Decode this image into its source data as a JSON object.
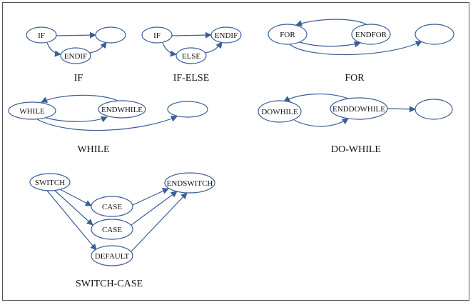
{
  "colors": {
    "edge": "#3a5e96",
    "text": "#111111",
    "border": "#555555"
  },
  "groups": [
    {
      "caption": "IF",
      "nodes": [
        {
          "id": "if_if",
          "label": "IF"
        },
        {
          "id": "if_endif",
          "label": "ENDIF"
        },
        {
          "id": "if_next",
          "label": ""
        }
      ],
      "edges": [
        [
          "if_if",
          "if_next"
        ],
        [
          "if_if",
          "if_endif"
        ],
        [
          "if_endif",
          "if_next"
        ]
      ]
    },
    {
      "caption": "IF-ELSE",
      "nodes": [
        {
          "id": "ie_if",
          "label": "IF"
        },
        {
          "id": "ie_else",
          "label": "ELSE"
        },
        {
          "id": "ie_endif",
          "label": "ENDIF"
        }
      ],
      "edges": [
        [
          "ie_if",
          "ie_endif"
        ],
        [
          "ie_if",
          "ie_else"
        ],
        [
          "ie_else",
          "ie_endif"
        ]
      ]
    },
    {
      "caption": "FOR",
      "nodes": [
        {
          "id": "for_for",
          "label": "FOR"
        },
        {
          "id": "for_endfor",
          "label": "ENDFOR"
        },
        {
          "id": "for_next",
          "label": ""
        }
      ],
      "edges": [
        [
          "for_for",
          "for_endfor"
        ],
        [
          "for_endfor",
          "for_for"
        ],
        [
          "for_for",
          "for_next"
        ]
      ]
    },
    {
      "caption": "WHILE",
      "nodes": [
        {
          "id": "wh_while",
          "label": "WHILE"
        },
        {
          "id": "wh_endwhile",
          "label": "ENDWHILE"
        },
        {
          "id": "wh_next",
          "label": ""
        }
      ],
      "edges": [
        [
          "wh_while",
          "wh_endwhile"
        ],
        [
          "wh_endwhile",
          "wh_while"
        ],
        [
          "wh_while",
          "wh_next"
        ]
      ]
    },
    {
      "caption": "DO-WHILE",
      "nodes": [
        {
          "id": "dw_dowhile",
          "label": "DOWHILE"
        },
        {
          "id": "dw_enddowhile",
          "label": "ENDDOWHILE"
        },
        {
          "id": "dw_next",
          "label": ""
        }
      ],
      "edges": [
        [
          "dw_dowhile",
          "dw_enddowhile"
        ],
        [
          "dw_enddowhile",
          "dw_dowhile"
        ],
        [
          "dw_enddowhile",
          "dw_next"
        ]
      ]
    },
    {
      "caption": "SWITCH-CASE",
      "nodes": [
        {
          "id": "sw_switch",
          "label": "SWITCH"
        },
        {
          "id": "sw_case1",
          "label": "CASE"
        },
        {
          "id": "sw_case2",
          "label": "CASE"
        },
        {
          "id": "sw_default",
          "label": "DEFAULT"
        },
        {
          "id": "sw_end",
          "label": "ENDSWITCH"
        }
      ],
      "edges": [
        [
          "sw_switch",
          "sw_case1"
        ],
        [
          "sw_switch",
          "sw_case2"
        ],
        [
          "sw_switch",
          "sw_default"
        ],
        [
          "sw_case1",
          "sw_end"
        ],
        [
          "sw_case2",
          "sw_end"
        ],
        [
          "sw_default",
          "sw_end"
        ]
      ]
    }
  ]
}
